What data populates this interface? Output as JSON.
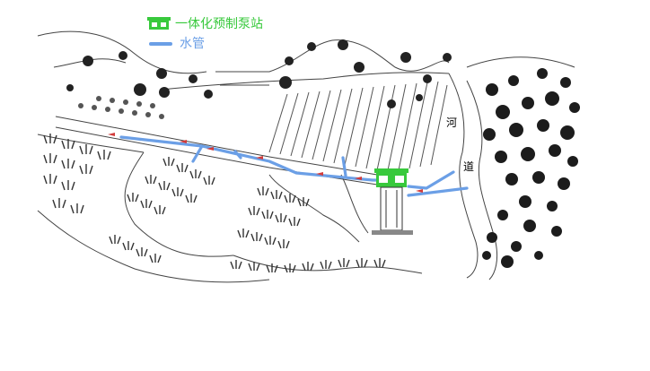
{
  "legend": {
    "pump_station_label": "一体化预制泵站",
    "water_pipe_label": "水管"
  },
  "river_label": {
    "char1": "河",
    "char2": "道"
  },
  "colors": {
    "pump_station": "#38c93c",
    "water_pipe": "#6b9fe6",
    "flow_arrow": "#d23b3b",
    "line": "#444444",
    "tree": "#222222"
  },
  "icons": {
    "pump_station": "pump-station-icon",
    "pipe": "pipe-swatch-icon",
    "tree": "tree-icon",
    "crop": "crop-tuft-icon"
  }
}
